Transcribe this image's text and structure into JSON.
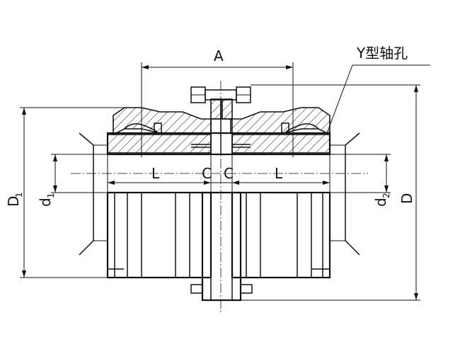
{
  "labels": {
    "A": "A",
    "L_left": "L",
    "C_left": "C",
    "C_right": "C",
    "L_right": "L",
    "D1_main": "D",
    "D1_sub": "1",
    "d1_main": "d",
    "d1_sub": "1",
    "d2_main": "d",
    "d2_sub": "2",
    "D": "D",
    "shaft_hole_type": "Y型轴孔"
  }
}
